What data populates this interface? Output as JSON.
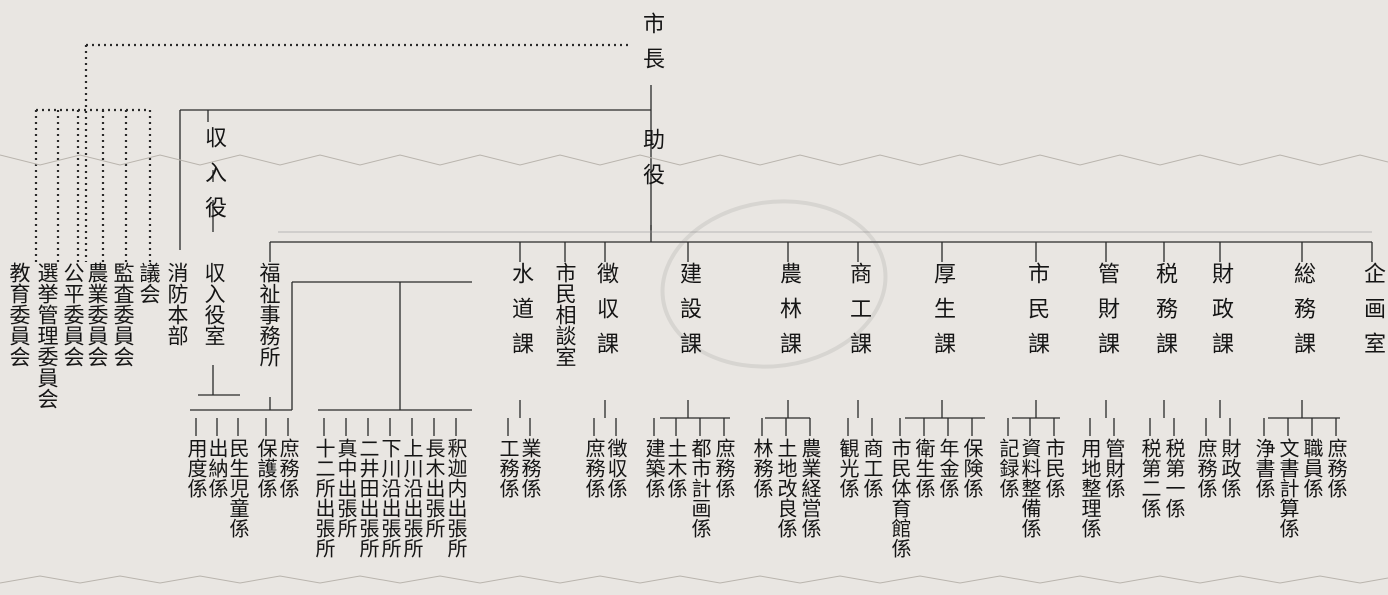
{
  "top": {
    "mayor": "市長",
    "deputy_mayor": "助役",
    "treasurer": "収入役"
  },
  "committees": [
    "教育委員会",
    "選挙管理委員会",
    "公平委員会",
    "農業委員会",
    "監査委員会",
    "議会"
  ],
  "fire_department": "消防本部",
  "treasurer_office": "収入役室",
  "departments": [
    "福祉事務所",
    "水道課",
    "市民相談室",
    "徴収課",
    "建設課",
    "農林課",
    "商工課",
    "厚生課",
    "市民課",
    "管財課",
    "税務課",
    "財政課",
    "総務課",
    "企画室"
  ],
  "sections": [
    "用度係",
    "出納係",
    "民生児童係",
    "保護係",
    "庶務係",
    "十二所出張所",
    "真中出張所",
    "二井田出張所",
    "下川沿出張所",
    "上川沿出張所",
    "長木出張所",
    "釈迦内出張所",
    "工務係",
    "業務係",
    "庶務係",
    "徴収係",
    "建築係",
    "土木係",
    "都市計画係",
    "庶務係",
    "林務係",
    "土地改良係",
    "農業経営係",
    "観光係",
    "商工係",
    "市民体育館係",
    "衛生係",
    "年金係",
    "保険係",
    "記録係",
    "資料整備係",
    "市民係",
    "用地整理係",
    "管財係",
    "税第二係",
    "税第一係",
    "庶務係",
    "財政係",
    "浄書係",
    "文書計算係",
    "職員係",
    "庶務係"
  ]
}
